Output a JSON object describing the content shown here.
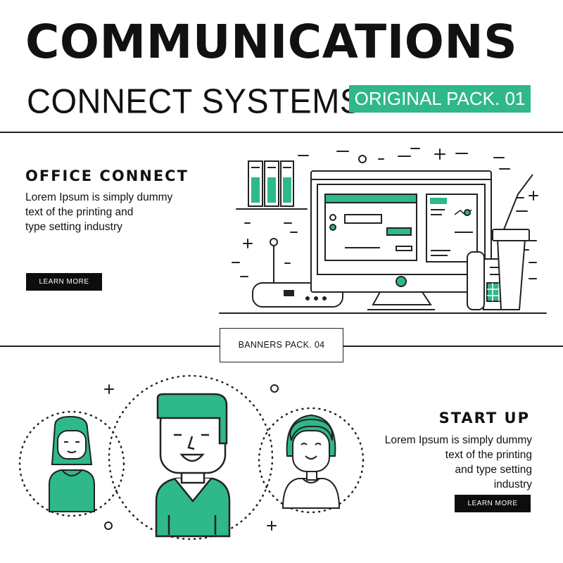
{
  "header": {
    "title": "COMMUNICATIONS",
    "subtitle": "CONNECT SYSTEMS",
    "badge": "ORIGINAL PACK. 01"
  },
  "office_section": {
    "heading": "OFFICE CONNECT",
    "body": [
      "Lorem Ipsum is simply dummy",
      "text of the printing and",
      "type setting industry"
    ],
    "button": "LEARN MORE"
  },
  "divider_label": "BANNERS PACK. 04",
  "startup_section": {
    "heading": "START UP",
    "body": [
      "Lorem Ipsum is simply dummy",
      "text of the printing",
      "and type setting",
      "industry"
    ],
    "button": "LEARN MORE"
  },
  "colors": {
    "accent": "#2fb88a",
    "ink": "#111111",
    "button": "#0d0d0d"
  },
  "icons": [
    "server-rack-icon",
    "wifi-router-icon",
    "desktop-monitor-icon",
    "desk-phone-icon",
    "coffee-cup-icon",
    "person-woman-icon",
    "person-man-icon",
    "person-boy-icon"
  ]
}
